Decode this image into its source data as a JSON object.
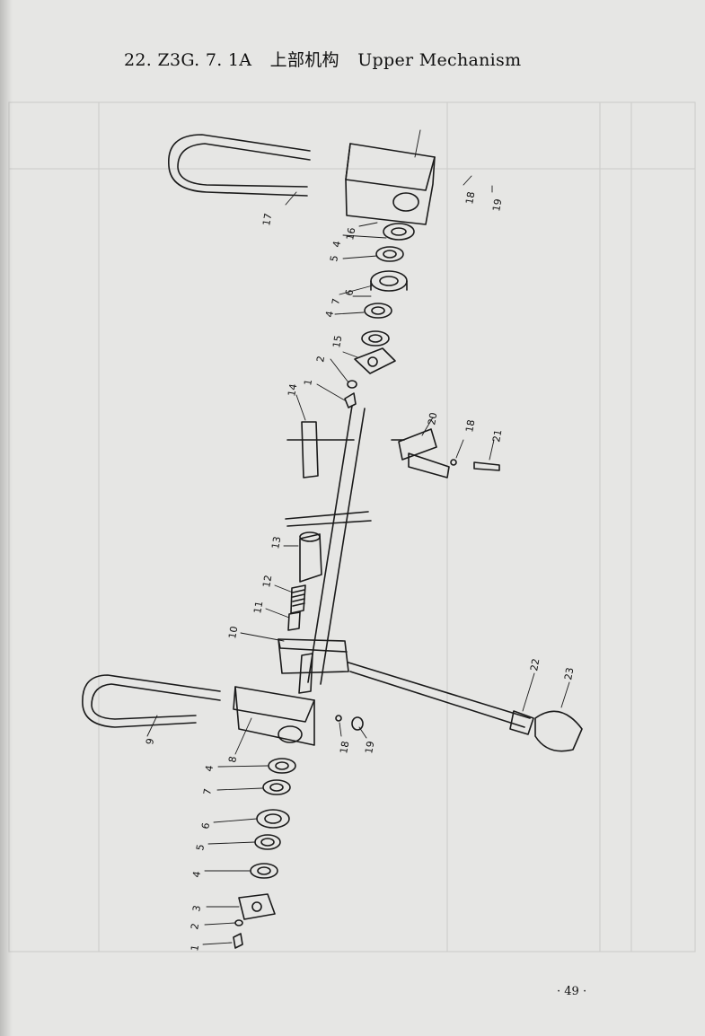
{
  "header": {
    "code": "22. Z3G. 7. 1A",
    "title_cn": "上部机构",
    "title_en": "Upper Mechanism"
  },
  "callouts": [
    "17",
    "16",
    "4",
    "5",
    "6",
    "7",
    "4",
    "15",
    "2",
    "1",
    "18",
    "19",
    "14",
    "20",
    "18",
    "21",
    "13",
    "12",
    "11",
    "10",
    "22",
    "23",
    "9",
    "8",
    "18",
    "19",
    "4",
    "7",
    "6",
    "5",
    "4",
    "3",
    "2",
    "1"
  ],
  "page_number": "· 49 ·"
}
